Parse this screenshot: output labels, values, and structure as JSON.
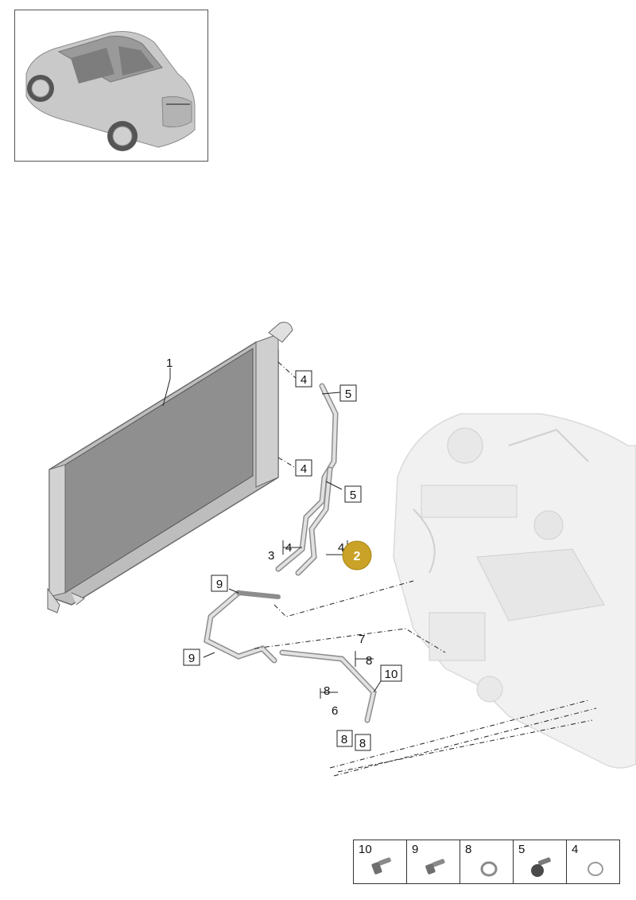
{
  "callouts": {
    "c1": "1",
    "c2": "2",
    "c3": "3",
    "c4a": "4",
    "c4b": "4",
    "c4c": "4",
    "c4d": "4",
    "c5a": "5",
    "c5b": "5",
    "c6": "6",
    "c7": "7",
    "c8a": "8",
    "c8b": "8",
    "c8c": "8",
    "c8d": "8",
    "c9a": "9",
    "c9b": "9",
    "c10": "10"
  },
  "highlight": {
    "label": "2",
    "color": "#c9a227"
  },
  "legend": [
    {
      "number": "10",
      "icon": "bolt-flange-icon"
    },
    {
      "number": "9",
      "icon": "bolt-icon"
    },
    {
      "number": "8",
      "icon": "seal-ring-icon"
    },
    {
      "number": "5",
      "icon": "flange-bolt-dark-icon"
    },
    {
      "number": "4",
      "icon": "o-ring-icon"
    }
  ]
}
